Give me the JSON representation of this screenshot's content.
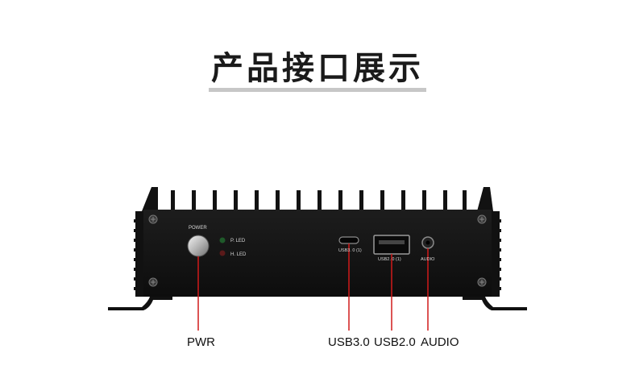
{
  "title": "产品接口展示",
  "device": {
    "power_label": "POWER",
    "p_led_label": "P. LED",
    "h_led_label": "H. LED",
    "usb3_port_label": "USB3. 0 (1)",
    "usb2_port_label": "USB2. 0 (1)",
    "audio_port_label": "AUDIO"
  },
  "callouts": {
    "pwr": "PWR",
    "usb3": "USB3.0",
    "usb2": "USB2.0",
    "audio": "AUDIO"
  },
  "colors": {
    "callout_line": "#d11a1a",
    "chassis": "#151515",
    "title_underline": "#c7c7c7"
  }
}
